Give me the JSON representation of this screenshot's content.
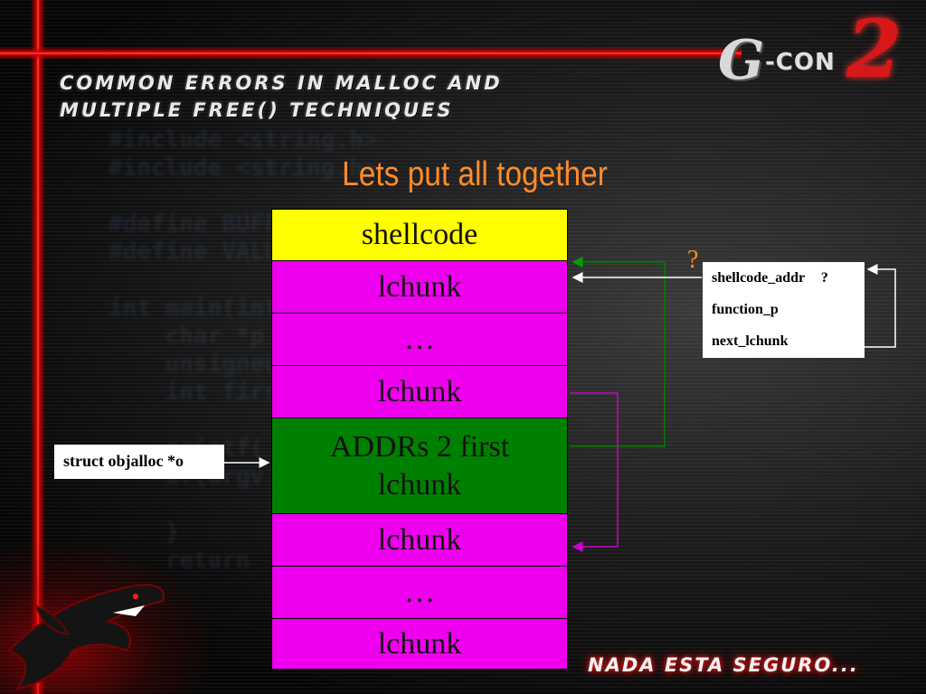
{
  "header": {
    "line1": "COMMON ERRORS IN MALLOC AND",
    "line2": "MULTIPLE FREE() TECHNIQUES"
  },
  "logo": {
    "g": "G",
    "con": "-CON",
    "two": "2"
  },
  "slide_title": "Lets put all together",
  "stack": [
    {
      "label": "shellcode",
      "color": "#ffff00"
    },
    {
      "label": "lchunk",
      "color": "#ee00ee"
    },
    {
      "label": "…",
      "color": "#ee00ee"
    },
    {
      "label": "lchunk",
      "color": "#ee00ee"
    },
    {
      "label_line1": "ADDRs 2 first",
      "label_line2": "lchunk",
      "color": "#008000"
    },
    {
      "label": "lchunk",
      "color": "#ee00ee"
    },
    {
      "label": "…",
      "color": "#ee00ee"
    },
    {
      "label": "lchunk",
      "color": "#ee00ee"
    }
  ],
  "struct_pointer": "struct objalloc *o",
  "shellcode_struct": {
    "field1": "shellcode_addr",
    "field1_value": "?",
    "field2": "function_p",
    "field3": "next_lchunk"
  },
  "question_mark": "?",
  "footer_tagline": "NADA ESTA SEGURO...",
  "colors": {
    "title": "#ff8c2a",
    "arrow_green": "#008000",
    "arrow_magenta": "#cc00cc",
    "arrow_white": "#ffffff"
  }
}
